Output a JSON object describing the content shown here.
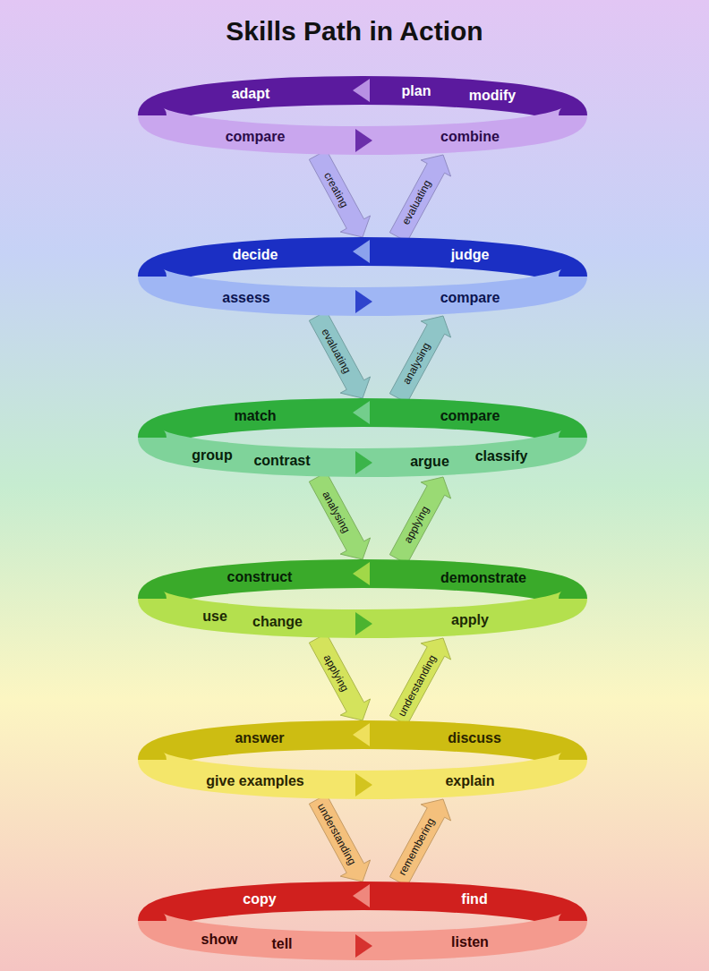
{
  "diagram": {
    "title": "Skills Path in Action",
    "nodes": [
      {
        "text": [
          "adapt",
          "plan",
          "modify",
          "compare",
          "combine"
        ]
      },
      {
        "text": [
          "decide",
          "judge",
          "assess",
          "compare"
        ]
      },
      {
        "text": [
          "match",
          "compare",
          "group",
          "contrast",
          "argue",
          "classify"
        ]
      },
      {
        "text": [
          "construct",
          "demonstrate",
          "use",
          "change",
          "apply"
        ]
      },
      {
        "text": [
          "answer",
          "discuss",
          "give examples",
          "explain"
        ]
      },
      {
        "text": [
          "copy",
          "find",
          "show",
          "tell",
          "listen"
        ]
      }
    ],
    "edges": [
      {
        "from": 0,
        "to": 1,
        "label": "creating",
        "arrow": "to"
      },
      {
        "from": 1,
        "to": 0,
        "label": "evaluating",
        "arrow": "to"
      },
      {
        "from": 1,
        "to": 2,
        "label": "evaluating",
        "arrow": "to"
      },
      {
        "from": 2,
        "to": 1,
        "label": "analysing",
        "arrow": "to"
      },
      {
        "from": 2,
        "to": 3,
        "label": "analysing",
        "arrow": "to"
      },
      {
        "from": 3,
        "to": 2,
        "label": "applying",
        "arrow": "to"
      },
      {
        "from": 3,
        "to": 4,
        "label": "applying",
        "arrow": "to"
      },
      {
        "from": 4,
        "to": 3,
        "label": "understanding",
        "arrow": "to"
      },
      {
        "from": 4,
        "to": 5,
        "label": "understanding",
        "arrow": "to"
      },
      {
        "from": 5,
        "to": 4,
        "label": "remembering",
        "arrow": "to"
      }
    ]
  }
}
